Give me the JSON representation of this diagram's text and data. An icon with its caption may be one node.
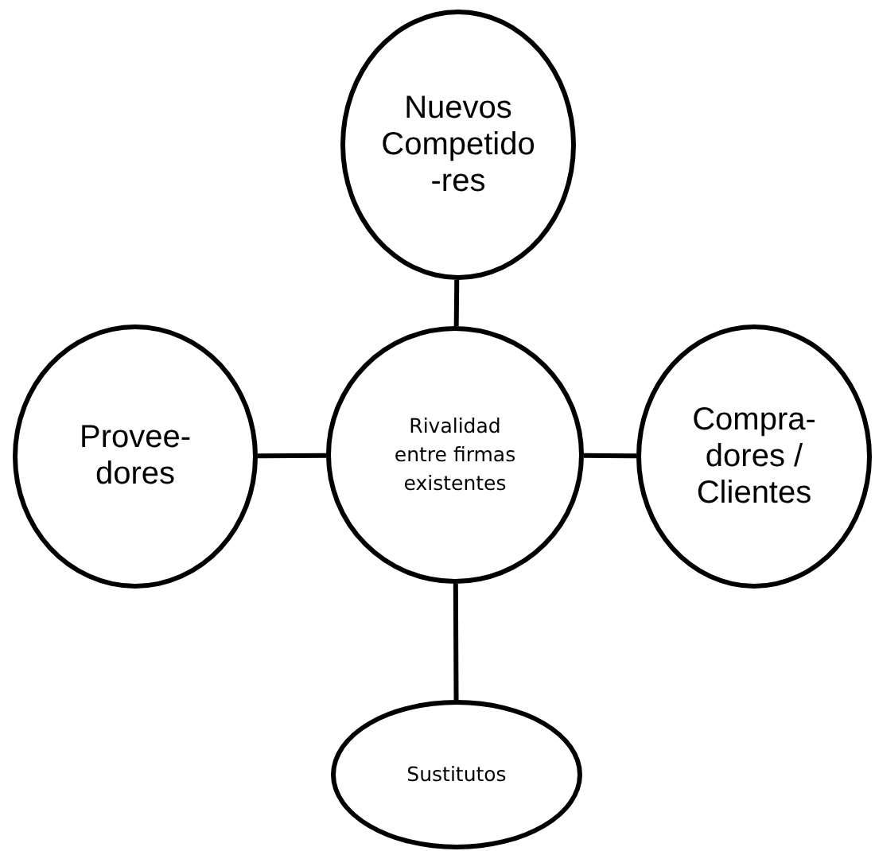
{
  "diagram": {
    "nodes": [
      {
        "text": [
          "Nuevos Competido -res"
        ]
      },
      {
        "text": [
          "Provee- dores"
        ]
      },
      {
        "text": [
          "Rivalidad entre firmas existentes"
        ]
      },
      {
        "text": [
          "Compra- dores / Clientes"
        ]
      },
      {
        "text": [
          "Sustitutos"
        ]
      }
    ],
    "edges": [
      {
        "from": 2,
        "to": 0,
        "arrow": "none"
      },
      {
        "from": 2,
        "to": 1,
        "arrow": "none"
      },
      {
        "from": 2,
        "to": 3,
        "arrow": "none"
      },
      {
        "from": 2,
        "to": 4,
        "arrow": "none"
      }
    ]
  }
}
